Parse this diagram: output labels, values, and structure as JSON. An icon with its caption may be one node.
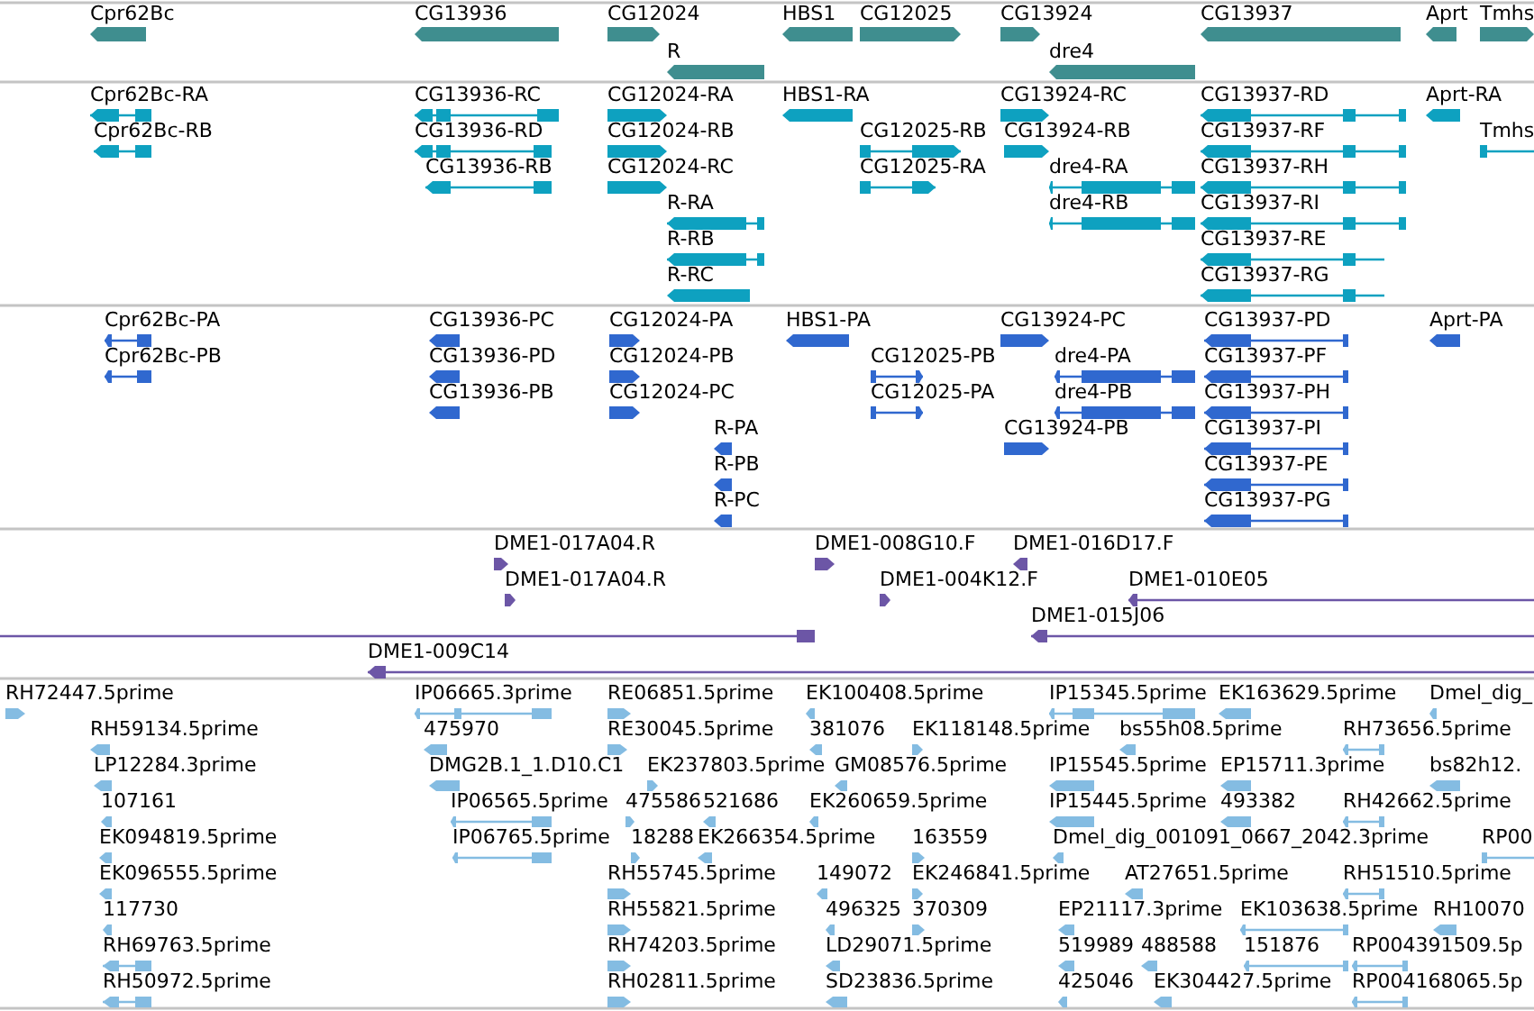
{
  "diagram": {
    "labels": [
      "Cpr62Bc",
      "CG13936",
      "CG12024",
      "HBS1",
      "CG12025",
      "CG13924",
      "CG13937",
      "Aprt",
      "Tmhs",
      "R",
      "dre4",
      "Cpr62Bc-RA",
      "CG13936-RC",
      "CG12024-RA",
      "HBS1-RA",
      "CG13924-RC",
      "CG13937-RD",
      "Aprt-RA",
      "Cpr62Bc-RB",
      "CG13936-RD",
      "CG12024-RB",
      "CG12025-RB",
      "CG13924-RB",
      "CG13937-RF",
      "Tmhs",
      "CG13936-RB",
      "CG12024-RC",
      "CG12025-RA",
      "dre4-RA",
      "CG13937-RH",
      "R-RA",
      "dre4-RB",
      "CG13937-RI",
      "R-RB",
      "CG13937-RE",
      "R-RC",
      "CG13937-RG",
      "Cpr62Bc-PA",
      "CG13936-PC",
      "CG12024-PA",
      "HBS1-PA",
      "CG13924-PC",
      "CG13937-PD",
      "Aprt-PA",
      "Cpr62Bc-PB",
      "CG13936-PD",
      "CG12024-PB",
      "CG12025-PB",
      "dre4-PA",
      "CG13937-PF",
      "CG13936-PB",
      "CG12024-PC",
      "CG12025-PA",
      "dre4-PB",
      "CG13937-PH",
      "R-PA",
      "CG13924-PB",
      "CG13937-PI",
      "R-PB",
      "CG13937-PE",
      "R-PC",
      "CG13937-PG",
      "DME1-017A04.R",
      "DME1-008G10.F",
      "DME1-016D17.F",
      "DME1-017A04.R",
      "DME1-004K12.F",
      "DME1-010E05",
      "DME1-015J06",
      "DME1-009C14",
      "RH72447.5prime",
      "IP06665.3prime",
      "RE06851.5prime",
      "EK100408.5prime",
      "IP15345.5prime",
      "EK163629.5prime",
      "Dmel_dig_",
      "RH59134.5prime",
      "475970",
      "RE30045.5prime",
      "381076",
      "EK118148.5prime",
      "bs55h08.5prime",
      "RH73656.5prime",
      "LP12284.3prime",
      "DMG2B.1_1.D10.C1",
      "EK237803.5prime",
      "GM08576.5prime",
      "IP15545.5prime",
      "EP15711.3prime",
      "bs82h12.",
      "107161",
      "IP06565.5prime",
      "475586",
      "521686",
      "EK260659.5prime",
      "IP15445.5prime",
      "493382",
      "RH42662.5prime",
      "EK094819.5prime",
      "IP06765.5prime",
      "18288",
      "EK266354.5prime",
      "163559",
      "Dmel_dig_001091_0667_2042.3prime",
      "RP00",
      "EK096555.5prime",
      "RH55745.5prime",
      "149072",
      "EK246841.5prime",
      "AT27651.5prime",
      "RH51510.5prime",
      "117730",
      "RH55821.5prime",
      "496325",
      "370309",
      "EP21117.3prime",
      "EK103638.5prime",
      "RH10070",
      "RH69763.5prime",
      "RH74203.5prime",
      "LD29071.5prime",
      "519989",
      "488588",
      "151876",
      "RP004391509.5p",
      "RH50972.5prime",
      "RH02811.5prime",
      "SD23836.5prime",
      "425046",
      "EK304427.5prime",
      "RP004168065.5p"
    ]
  }
}
